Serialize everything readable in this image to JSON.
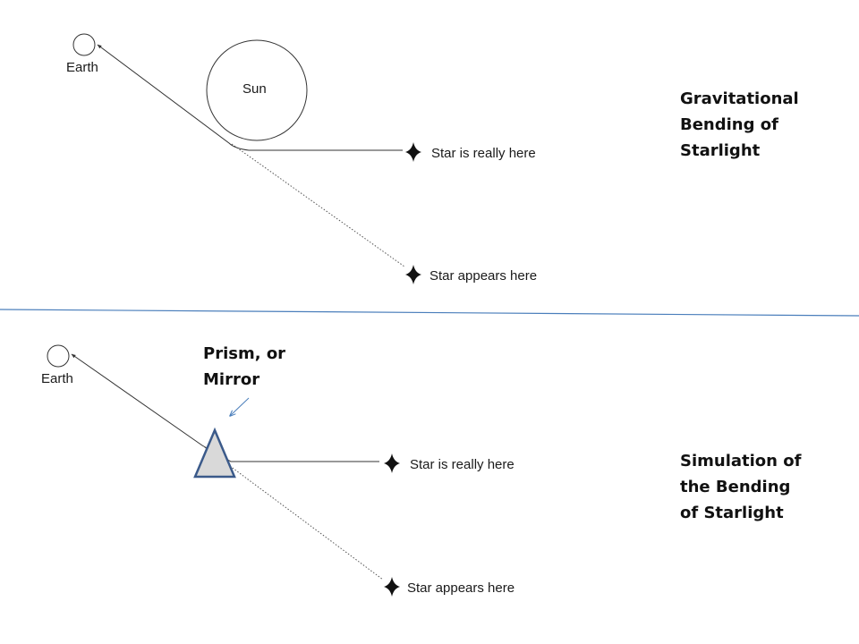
{
  "top": {
    "earth_label": "Earth",
    "sun_label": "Sun",
    "star_real_label": "Star is really here",
    "star_apparent_label": "Star appears here",
    "caption": [
      "Gravitational",
      "Bending of",
      "Starlight"
    ]
  },
  "bottom": {
    "earth_label": "Earth",
    "prism_label": [
      "Prism, or",
      "Mirror"
    ],
    "star_real_label": "Star is really here",
    "star_apparent_label": "Star appears here",
    "caption": [
      "Simulation of",
      "the Bending",
      "of Starlight"
    ]
  },
  "colors": {
    "divider": "#4a7ebb",
    "prism_fill": "#d9d9d9",
    "prism_stroke": "#3b5a8a",
    "pointer_arrow": "#4a7ebb",
    "ray": "#333333"
  },
  "icons": {
    "star": "four-point-star-icon",
    "earth": "circle",
    "sun": "circle"
  }
}
